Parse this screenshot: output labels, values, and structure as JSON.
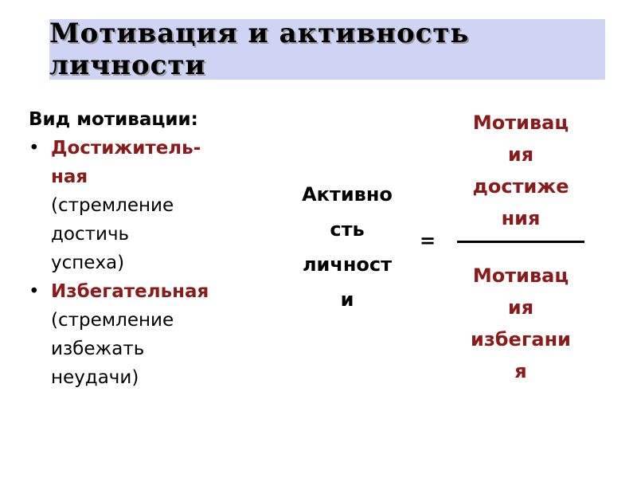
{
  "slide": {
    "title": "Мотивация и активность личности"
  },
  "left": {
    "heading": "Вид мотивации:",
    "items": [
      {
        "name_line1": "Достижитель-",
        "name_line2": "ная",
        "desc_line1": "(стремление",
        "desc_line2": "достичь",
        "desc_line3": "успеха)"
      },
      {
        "name_line1": "Избегательная",
        "desc_line1": "(стремление",
        "desc_line2": "избежать",
        "desc_line3": "неудачи)"
      }
    ],
    "bullet": "•"
  },
  "formula": {
    "activity_lines": [
      "Активно",
      "сть",
      "личност",
      "и"
    ],
    "equals": "=",
    "numerator_lines": [
      "Мотивац",
      "ия",
      "достиже",
      "ния"
    ],
    "denominator_lines": [
      "Мотивац",
      "ия",
      "избегани",
      "я"
    ]
  },
  "colors": {
    "title_band": "#d0d4f4",
    "accent_red": "#8b1a1a"
  }
}
